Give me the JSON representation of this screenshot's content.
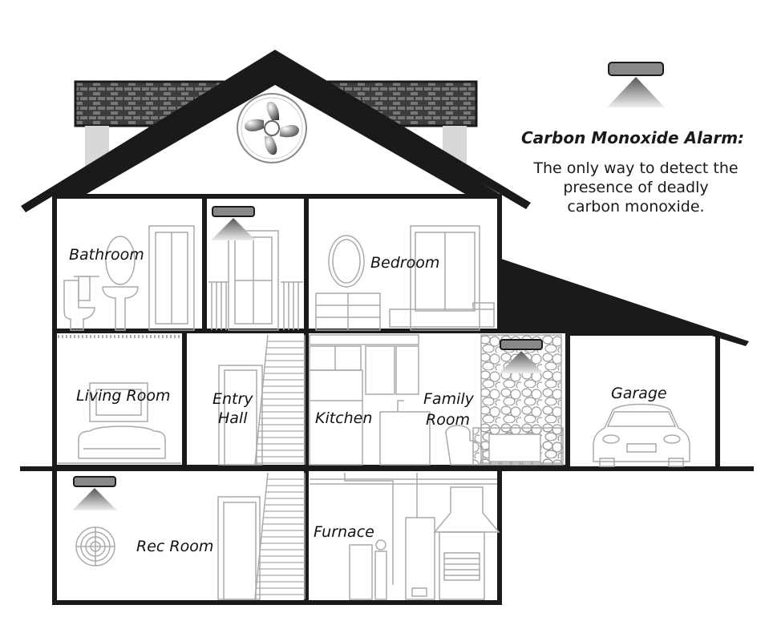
{
  "legend": {
    "title": "Carbon Monoxide Alarm:",
    "lines": [
      "The only way to detect the",
      "presence of deadly",
      "carbon monoxide."
    ],
    "icon": "co-alarm-icon"
  },
  "rooms": {
    "bathroom": "Bathroom",
    "bedroom": "Bedroom",
    "living_room": "Living Room",
    "entry_hall_line1": "Entry",
    "entry_hall_line2": "Hall",
    "kitchen": "Kitchen",
    "family_room_line1": "Family",
    "family_room_line2": "Room",
    "garage": "Garage",
    "rec_room": "Rec Room",
    "furnace": "Furnace"
  },
  "alarms": [
    "upstairs-hall-alarm",
    "family-room-alarm",
    "rec-room-alarm",
    "legend-alarm"
  ],
  "colors": {
    "wall": "#1a1a1a",
    "detail": "#aaaaaa",
    "roof": "#555555",
    "alarm": "#888888"
  }
}
